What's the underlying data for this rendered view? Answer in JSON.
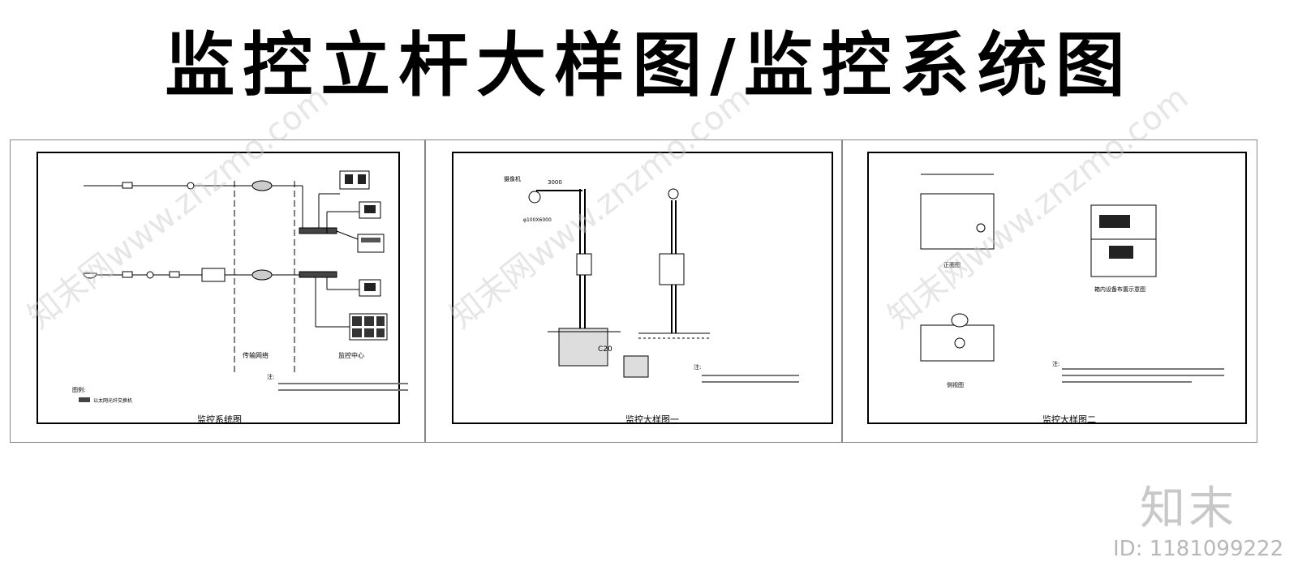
{
  "title": "监控立杆大样图/监控系统图",
  "panels": [
    {
      "caption": "监控系统图",
      "labels": {
        "transmission": "传输网络",
        "center": "监控中心",
        "legend_title": "图例:",
        "legend_item": "以太网光纤交换机",
        "note_head": "注:"
      }
    },
    {
      "caption": "监控大样图一",
      "labels": {
        "camera": "摄像机",
        "dim_top": "3000",
        "pole_spec": "φ100X6000",
        "base": "C20",
        "note_head": "注:"
      }
    },
    {
      "caption": "监控大样图二",
      "labels": {
        "front_view": "正面图",
        "internal": "箱内设备布置示意图",
        "side_view": "侧视图",
        "note_head": "注:"
      }
    }
  ],
  "watermark": {
    "brand": "知末",
    "id_text": "ID: 1181099222",
    "site": "知末网www.znzmo.com"
  }
}
